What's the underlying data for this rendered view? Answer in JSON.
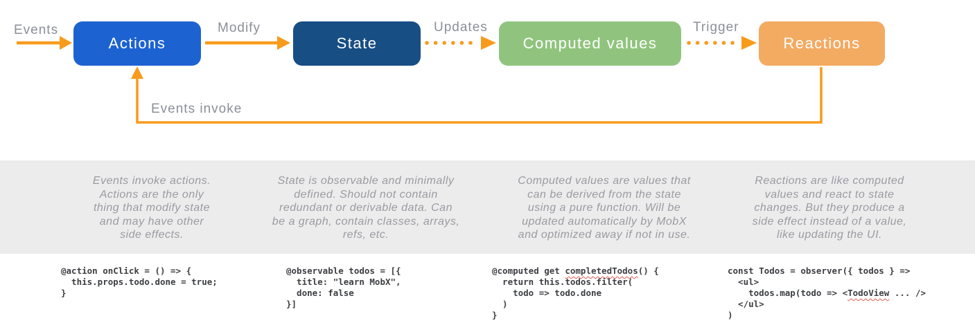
{
  "diagram": {
    "labels": {
      "events": "Events",
      "modify": "Modify",
      "updates": "Updates",
      "trigger": "Trigger",
      "events_invoke": "Events invoke"
    },
    "nodes": [
      {
        "label": "Actions",
        "color": "#1d62d1"
      },
      {
        "label": "State",
        "color": "#174e84"
      },
      {
        "label": "Computed values",
        "color": "#90c47e"
      },
      {
        "label": "Reactions",
        "color": "#f3aa61"
      }
    ]
  },
  "descriptions": [
    {
      "text": "Events invoke actions.\nActions are the only\nthing that modify state\nand may have other\nside effects."
    },
    {
      "text": "State is observable and minimally\ndefined. Should not contain\nredundant or derivable data. Can\nbe a graph, contain classes, arrays,\nrefs, etc."
    },
    {
      "text": "Computed values are values that\ncan be derived from the state\nusing a pure function. Will be\nupdated automatically by MobX\nand optimized away if not in use."
    },
    {
      "text": "Reactions are like computed\nvalues and react to state\nchanges. But they produce a\nside effect instead of a value,\nlike updating the UI."
    }
  ],
  "code_blocks": [
    {
      "lines": [
        [
          {
            "t": "@action onClick = () => {"
          }
        ],
        [
          {
            "t": "  this.props.todo.done = true;"
          }
        ],
        [
          {
            "t": "}"
          }
        ]
      ]
    },
    {
      "lines": [
        [
          {
            "t": "@observable todos = [{"
          }
        ],
        [
          {
            "t": "  title: \"learn MobX\","
          }
        ],
        [
          {
            "t": "  done: false"
          }
        ],
        [
          {
            "t": "}]"
          }
        ]
      ]
    },
    {
      "lines": [
        [
          {
            "t": "@computed get "
          },
          {
            "t": "completedTodos",
            "sq": true
          },
          {
            "t": "() {"
          }
        ],
        [
          {
            "t": "  return this.todos.filter("
          }
        ],
        [
          {
            "t": "    todo => todo.done"
          }
        ],
        [
          {
            "t": "  )"
          }
        ],
        [
          {
            "t": "}"
          }
        ]
      ]
    },
    {
      "lines": [
        [
          {
            "t": "const Todos = observer({ todos } =>"
          }
        ],
        [
          {
            "t": "  <ul>"
          }
        ],
        [
          {
            "t": "    todos.map(todo => <"
          },
          {
            "t": "TodoView",
            "sq": true
          },
          {
            "t": " ... />"
          }
        ],
        [
          {
            "t": "  </ul>"
          }
        ],
        [
          {
            "t": ")"
          }
        ]
      ]
    }
  ],
  "colors": {
    "arrow": "#f89b1c",
    "band_bg": "#ececec",
    "label_text": "#8b8f99",
    "description_text": "#9a9aa2",
    "code_text": "#3c3e42",
    "squiggle": "#e4574f"
  }
}
